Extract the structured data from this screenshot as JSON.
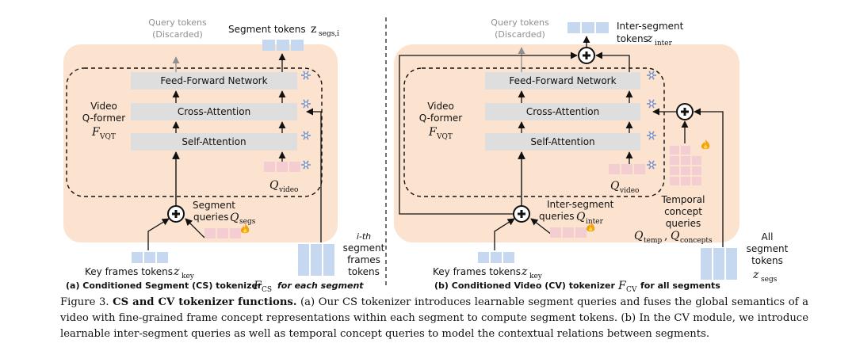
{
  "colors": {
    "panel": "#fbe3cf",
    "block": "#dedede",
    "token_blue": "#c6d8ef",
    "token_pink": "#f4cdd2",
    "grey_text": "#8f8f8f",
    "ice": "#7b93c9",
    "flame": "#f2a20c"
  },
  "icons": {
    "frozen": "snowflake-icon",
    "trainable": "flame-icon",
    "fusion": "add-circle-icon"
  },
  "left": {
    "query_tokens": "Query tokens",
    "discarded": "(Discarded)",
    "segment_tokens": "Segment tokens",
    "seg_sym": "z",
    "seg_sub": "segs,i",
    "ffn": "Feed-Forward Network",
    "cross": "Cross-Attention",
    "self": "Self-Attention",
    "qformer_l1": "Video",
    "qformer_l2": "Q-former",
    "qformer_sym": "F",
    "qformer_sub": "VQT",
    "qvideo_sym": "Q",
    "qvideo_sub": "video",
    "segq_l1": "Segment",
    "segq_l2": "queries",
    "segq_sym": "Q",
    "segq_sub": "segs",
    "keyframes": "Key frames tokens",
    "key_sym": "z",
    "key_sub": "key",
    "ith_1": "i-th",
    "ith_2": "segment",
    "ith_3": "frames",
    "ith_4": "tokens",
    "label_a": "(a) Conditioned Segment (CS) tokenizer",
    "label_a_sym": "F",
    "label_a_sub": "CS",
    "label_a_tail": "for each segment"
  },
  "right": {
    "query_tokens": "Query tokens",
    "discarded": "(Discarded)",
    "inter_l1": "Inter-segment",
    "inter_l2": "tokens",
    "inter_sym": "z",
    "inter_sub": "inter",
    "ffn": "Feed-Forward Network",
    "cross": "Cross-Attention",
    "self": "Self-Attention",
    "qformer_l1": "Video",
    "qformer_l2": "Q-former",
    "qformer_sym": "F",
    "qformer_sub": "VQT",
    "qvideo_sym": "Q",
    "qvideo_sub": "video",
    "interq_l1": "Inter-segment",
    "interq_l2": "queries",
    "interq_sym": "Q",
    "interq_sub": "inter",
    "temporal_l1": "Temporal",
    "temporal_l2": "concept",
    "temporal_l3": "queries",
    "temporal_sym1": "Q",
    "temporal_sub1": "temp",
    "temporal_sym2": "Q",
    "temporal_sub2": "concepts",
    "keyframes": "Key frames tokens",
    "key_sym": "z",
    "key_sub": "key",
    "all_1": "All",
    "all_2": "segment",
    "all_3": "tokens",
    "all_sym": "z",
    "all_sub": "segs",
    "label_b": "(b) Conditioned Video (CV) tokenizer",
    "label_b_sym": "F",
    "label_b_sub": "CV",
    "label_b_tail": "for all segments"
  },
  "caption": {
    "fig": "Figure 3.",
    "title": "CS and CV tokenizer functions.",
    "body": "(a) Our CS tokenizer introduces learnable segment queries and fuses the global semantics of a video with fine-grained frame concept representations within each segment to compute segment tokens. (b) In the CV module, we introduce learnable inter-segment queries as well as temporal concept queries to model the contextual relations between segments."
  }
}
